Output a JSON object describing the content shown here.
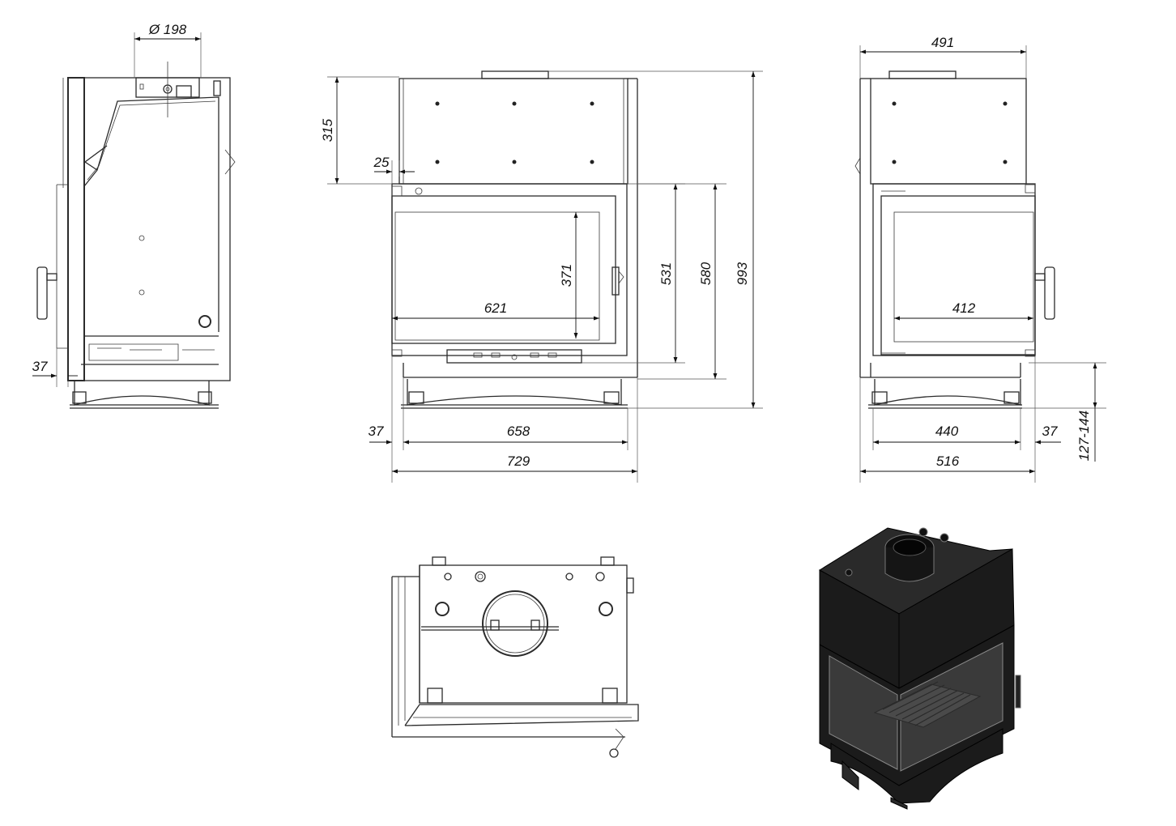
{
  "dimensions": {
    "side_flue_diameter": "Ø 198",
    "side_depth_offset": "37",
    "front_top_height": "315",
    "front_frame_offset": "25",
    "front_glass_height": "371",
    "front_glass_width": "621",
    "front_opening_height": "531",
    "front_door_height": "580",
    "front_total_height": "993",
    "front_left_offset": "37",
    "front_base_width": "658",
    "front_total_width": "729",
    "right_top_width": "491",
    "right_glass_width": "412",
    "right_base_width": "440",
    "right_right_offset": "37",
    "right_total_width": "516",
    "right_leg_range": "127-144"
  },
  "colors": {
    "line": "#2b2b2b",
    "body_dark": "#1b1b1b",
    "glass": "#3a3a3a"
  }
}
